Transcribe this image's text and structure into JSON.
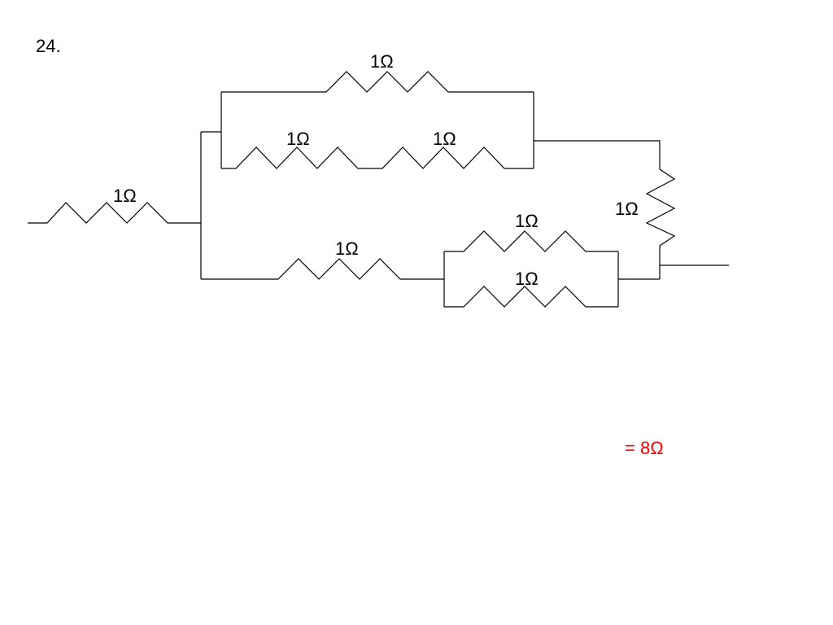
{
  "problem_number": "24.",
  "answer": {
    "text": "= 8Ω",
    "color": "#ff0000"
  },
  "resistors": {
    "r_left": "1Ω",
    "r_top": "1Ω",
    "r_mid_a": "1Ω",
    "r_mid_b": "1Ω",
    "r_right": "1Ω",
    "r_bottom": "1Ω",
    "r_par_top": "1Ω",
    "r_par_bottom": "1Ω"
  }
}
